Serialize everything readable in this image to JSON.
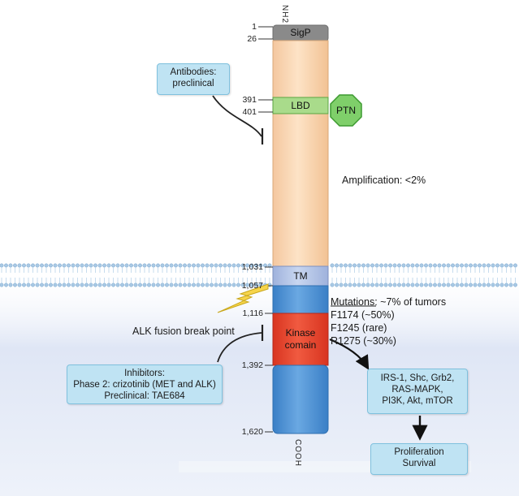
{
  "terminals": {
    "n": "NH2",
    "c": "COOH"
  },
  "domains": {
    "sigp": "SigP",
    "lbd": "LBD",
    "tm": "TM",
    "kinase_line1": "Kinase",
    "kinase_line2": "comain"
  },
  "positions": {
    "p1": "1",
    "p26": "26",
    "p391": "391",
    "p401": "401",
    "p1031": "1,031",
    "p1057": "1,057",
    "p1116": "1,116",
    "p1392": "1,392",
    "p1620": "1,620"
  },
  "ligand": "PTN",
  "antibodies": {
    "line1": "Antibodies:",
    "line2": "preclinical"
  },
  "amplification": "Amplification: <2%",
  "mutations": {
    "line1": "Mutations: ~7% of tumors",
    "line2": "F1174 (~50%)",
    "line3": "F1245 (rare)",
    "line4": "R1275 (~30%)"
  },
  "fusion": "ALK fusion break point",
  "inhibitors": {
    "line1": "Inhibitors:",
    "line2": "Phase 2: crizotinib (MET and ALK)",
    "line3": "Preclinical: TAE684"
  },
  "signaling": {
    "line1": "IRS-1, Shc, Grb2,",
    "line2": "RAS-MAPK,",
    "line3": "PI3K, Akt, mTOR"
  },
  "outcome": {
    "line1": "Proliferation",
    "line2": "Survival"
  },
  "colors": {
    "extracellular": "#fbd7b3",
    "kinase": "#e8412b",
    "intracellular": "#4f95d6",
    "lbd": "#a8d98a",
    "ligand": "#7ccf6a",
    "membrane": "#9dc6e2",
    "box": "#bfe3f3"
  }
}
